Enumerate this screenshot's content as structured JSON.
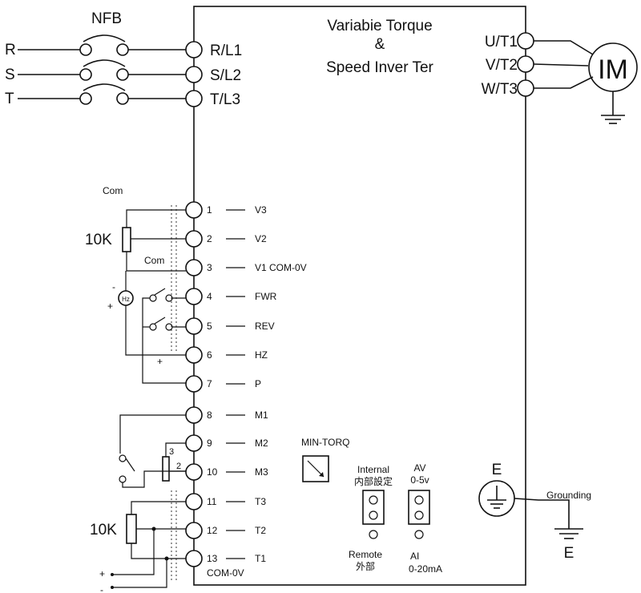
{
  "title": {
    "line1": "Variabie Torque",
    "line2": "&",
    "line3": "Speed Inver Ter"
  },
  "breaker": {
    "label": "NFB"
  },
  "supply": [
    {
      "phase": "R",
      "terminal": "R/L1"
    },
    {
      "phase": "S",
      "terminal": "S/L2"
    },
    {
      "phase": "T",
      "terminal": "T/L3"
    }
  ],
  "outputs": [
    {
      "terminal": "U/T1"
    },
    {
      "terminal": "V/T2"
    },
    {
      "terminal": "W/T3"
    }
  ],
  "motor": {
    "label": "IM"
  },
  "controls": [
    {
      "num": "1",
      "label": "V3"
    },
    {
      "num": "2",
      "label": "V2"
    },
    {
      "num": "3",
      "label": "V1 COM-0V"
    },
    {
      "num": "4",
      "label": "FWR"
    },
    {
      "num": "5",
      "label": "REV"
    },
    {
      "num": "6",
      "label": "HZ"
    },
    {
      "num": "7",
      "label": "P"
    },
    {
      "num": "8",
      "label": "M1"
    },
    {
      "num": "9",
      "label": "M2"
    },
    {
      "num": "10",
      "label": "M3"
    },
    {
      "num": "11",
      "label": "T3"
    },
    {
      "num": "12",
      "label": "T2"
    },
    {
      "num": "13",
      "label": "T1"
    }
  ],
  "com_bottom": "COM-0V",
  "left_labels": {
    "com_top": "Com",
    "com_mid": "Com",
    "pot_top": "10K",
    "pot_bottom": "10K",
    "meter": "Hz",
    "minus": "-",
    "plus": "+",
    "plus_hz": "+",
    "pot_pin3": "3",
    "pot_pin2": "2",
    "in_plus": "+",
    "in_minus": "-"
  },
  "min_torq": "MIN-TORQ",
  "jumpers": {
    "internal": "Internal",
    "internal_cn": "内部設定",
    "remote": "Remote",
    "remote_cn": "外部",
    "av": "AV",
    "av_range": "0-5v",
    "ai": "AI",
    "ai_range": "0-20mA"
  },
  "ground": {
    "symbol": "E",
    "label": "Grounding",
    "bottom": "E"
  }
}
